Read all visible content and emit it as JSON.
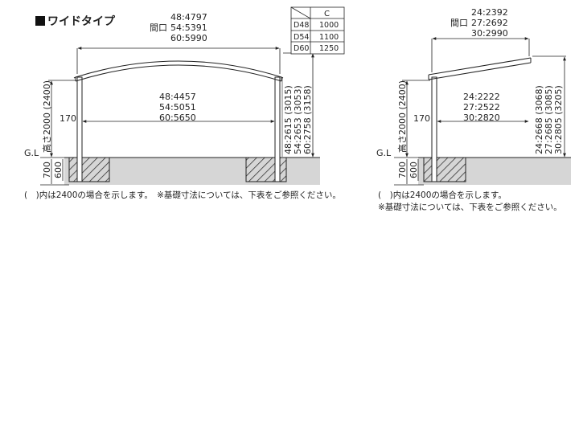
{
  "title": "ワイドタイプ",
  "left": {
    "top_dims": [
      "48:4797",
      "54:5391",
      "60:5990"
    ],
    "top_prefix": "間口",
    "inner_dims": [
      "48:4457",
      "54:5051",
      "60:5650"
    ],
    "side_dims": [
      "48:2615 (3015)",
      "54:2653 (3053)",
      "60:2758 (3158)"
    ],
    "height_label": "高さ2000 (2400)",
    "mark_170": "170",
    "gl": "G.L",
    "depth_700": "700",
    "depth_600": "600",
    "note": "(　)内は2400の場合を示します。　※基礎寸法については、下表をご参照ください。"
  },
  "table": {
    "header_blank": "",
    "header_c": "C",
    "rows": [
      {
        "label": "D48",
        "value": "1000"
      },
      {
        "label": "D54",
        "value": "1100"
      },
      {
        "label": "D60",
        "value": "1250"
      }
    ]
  },
  "right": {
    "top_dims": [
      "24:2392",
      "27:2692",
      "30:2990"
    ],
    "top_prefix": "間口",
    "inner_dims": [
      "24:2222",
      "27:2522",
      "30:2820"
    ],
    "side_dims": [
      "24:2668 (3068)",
      "27:2685 (3085)",
      "30:2805 (3205)"
    ],
    "height_label": "高さ2000 (2400)",
    "mark_170": "170",
    "gl": "G.L",
    "depth_700": "700",
    "depth_600": "600",
    "note1": "(　)内は2400の場合を示します。",
    "note2": "※基礎寸法については、下表をご参照ください。"
  }
}
